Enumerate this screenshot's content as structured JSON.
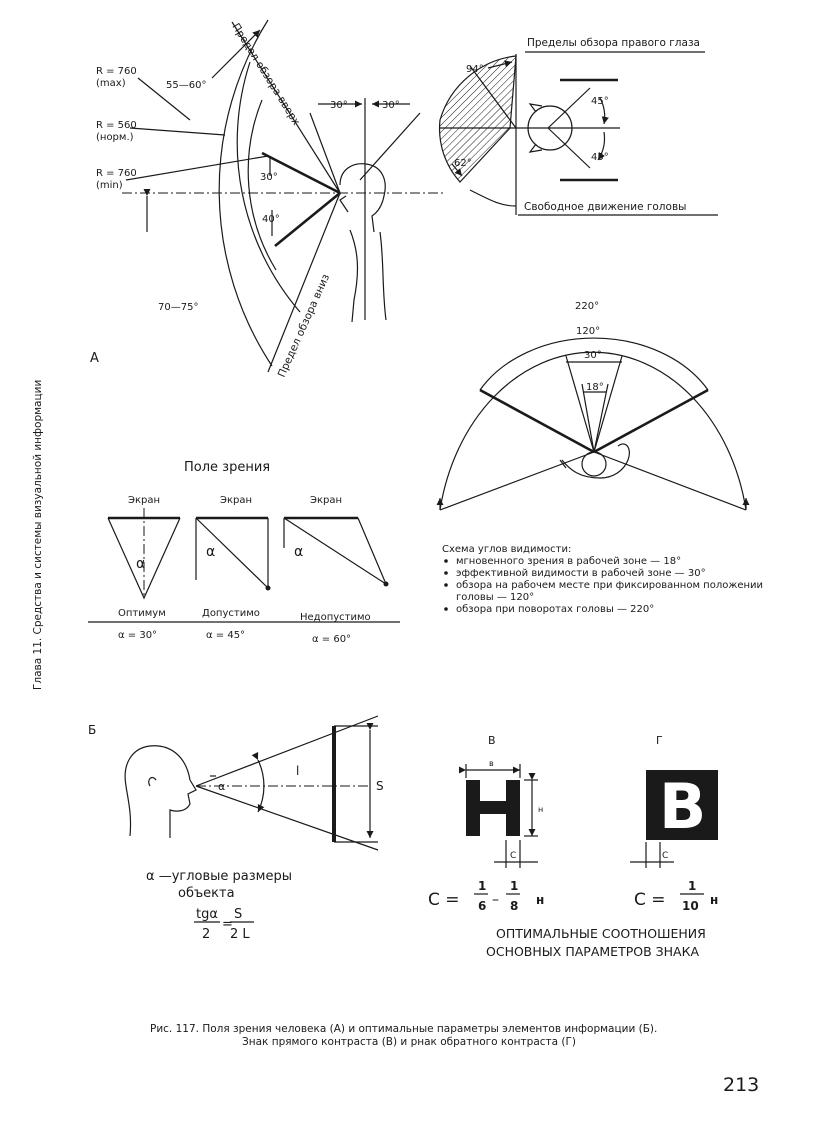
{
  "side_running_head": "Глава 11. Средства и системы визуальной информации",
  "page_number": "213",
  "panel_a": {
    "letter": "А",
    "radii": [
      "R = 760",
      "(max)",
      "R = 560",
      "(норм.)",
      "R = 760",
      "(min)"
    ],
    "angle_top": "55—60°",
    "angle_bottom": "70—75°",
    "limit_up": "Предел обзора вверх",
    "limit_down": "Предел обзора вниз",
    "angle_30_left": "30°",
    "angle_30_right": "30°",
    "angle_30_down": "30°",
    "angle_40": "40°",
    "right_eye_title": "Пределы обзора правого глаза",
    "angle_94": "94°",
    "angle_62": "62°",
    "angle_45_top": "45°",
    "angle_45_bottom": "45°",
    "head_move": "Свободное движение головы",
    "angle_220": "220°",
    "angle_120": "120°",
    "angle_30_fan": "30°",
    "angle_18": "18°"
  },
  "field_of_view": {
    "title": "Поле зрения",
    "screen_label": "Экран",
    "cases": [
      {
        "name": "Оптимум",
        "alpha": "α = 30°"
      },
      {
        "name": "Допустимо",
        "alpha": "α = 45°"
      },
      {
        "name": "Недопустимо",
        "alpha": "α = 60°"
      }
    ],
    "alpha_symbol": "α"
  },
  "visibility_scheme": {
    "title": "Схема углов видимости:",
    "items": [
      "мгновенного зрения в рабочей зоне — 18°",
      "эффективной видимости в рабочей зоне — 30°",
      "обзора на рабочем месте при фиксированном положении",
      "головы — 120°",
      "обзора при поворотах головы — 220°"
    ]
  },
  "panel_b": {
    "letter": "Б",
    "alpha": "α",
    "l": "l",
    "s": "S",
    "caption_line1": "α —угловые размеры",
    "caption_line2": "объекта",
    "formula_lhs_num": "tgα",
    "formula_lhs_den": "2",
    "formula_eq": "=",
    "formula_rhs_num": "S",
    "formula_rhs_den": "2 L"
  },
  "panel_v": {
    "letter": "В",
    "glyph": "H",
    "dim_b": "в",
    "dim_h": "н",
    "dim_c": "С",
    "formula_c": "С =",
    "f1_num": "1",
    "f1_den": "6",
    "dash": "–",
    "f2_num": "1",
    "f2_den": "8",
    "h": "н"
  },
  "panel_g": {
    "letter": "Г",
    "glyph": "B",
    "dim_c": "С",
    "formula_c": "С =",
    "f_num": "1",
    "f_den": "10",
    "h": "н"
  },
  "ratios_title_1": "ОПТИМАЛЬНЫЕ СООТНОШЕНИЯ",
  "ratios_title_2": "ОСНОВНЫХ ПАРАМЕТРОВ ЗНАКА",
  "figure_caption_1": "Рис. 117. Поля зрения человека (А) и оптимальные параметры элементов информации (Б).",
  "figure_caption_2": "Знак прямого контраста (В) и рнак обратного контраста (Г)"
}
